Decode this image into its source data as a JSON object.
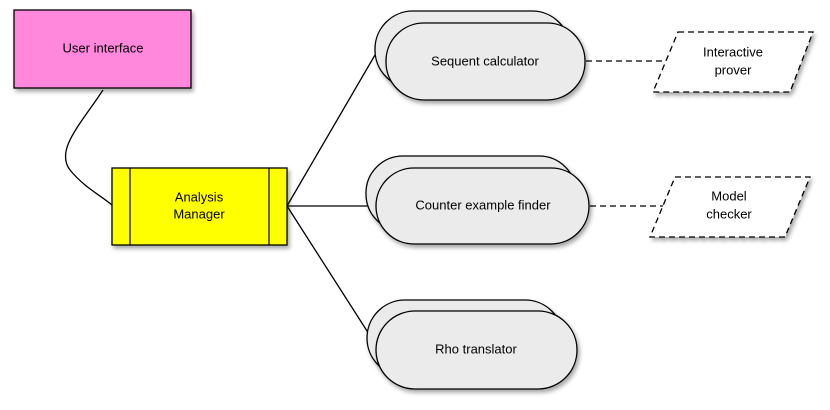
{
  "nodes": {
    "user_interface": {
      "label": "User interface",
      "color": "#ff88dd"
    },
    "analysis_manager": {
      "line1": "Analysis",
      "line2": "Manager",
      "color": "#ffff00"
    },
    "sequent_calculator": {
      "label": "Sequent calculator",
      "color": "#ebebeb"
    },
    "counter_example_finder": {
      "label": "Counter example finder",
      "color": "#ebebeb"
    },
    "rho_translator": {
      "label": "Rho translator",
      "color": "#ebebeb"
    },
    "interactive_prover": {
      "line1": "Interactive",
      "line2": "prover"
    },
    "model_checker": {
      "line1": "Model",
      "line2": "checker"
    }
  }
}
